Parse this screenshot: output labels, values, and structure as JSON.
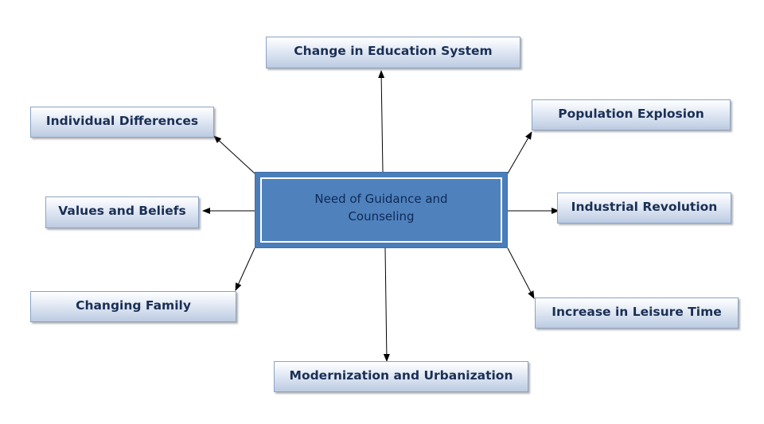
{
  "center": {
    "label": "Need of Guidance and Counseling"
  },
  "nodes": {
    "education": "Change in Education System",
    "population": "Population Explosion",
    "individual": "Individual Differences",
    "values": "Values and Beliefs",
    "industrial": "Industrial Revolution",
    "family": "Changing Family",
    "leisure": "Increase in Leisure Time",
    "modernization": "Modernization and Urbanization"
  },
  "colors": {
    "center_fill": "#4f81bd",
    "center_border": "#ffffff",
    "node_text": "#1b2f55",
    "node_border": "#8aa3c6",
    "arrow": "#000000"
  }
}
